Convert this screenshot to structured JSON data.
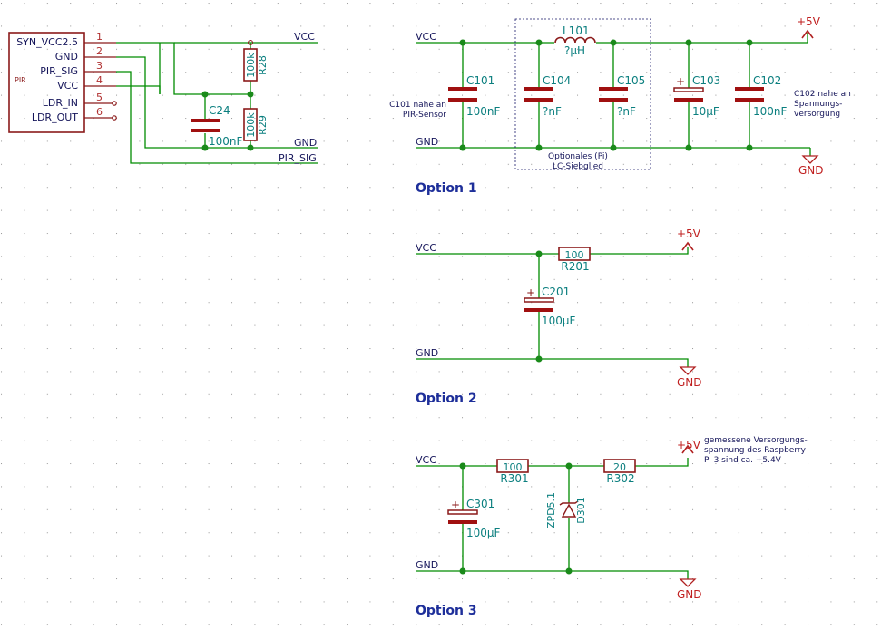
{
  "connector": {
    "name": "PIR",
    "pins": [
      {
        "num": "1",
        "label": "SYN_VCC2.5"
      },
      {
        "num": "2",
        "label": "GND"
      },
      {
        "num": "3",
        "label": "PIR_SIG"
      },
      {
        "num": "4",
        "label": "VCC"
      },
      {
        "num": "5",
        "label": "LDR_IN"
      },
      {
        "num": "6",
        "label": "LDR_OUT"
      }
    ]
  },
  "top_left": {
    "vcc": "VCC",
    "gnd": "GND",
    "pir_sig": "PIR_SIG",
    "r28_ref": "R28",
    "r28_val": "100k",
    "r29_ref": "R29",
    "r29_val": "100k",
    "c24_ref": "C24",
    "c24_val": "100nF"
  },
  "option1": {
    "title": "Option 1",
    "vcc": "VCC",
    "gnd": "GND",
    "pwr": "+5V",
    "gnd_sym": "GND",
    "c101_ref": "C101",
    "c101_val": "100nF",
    "c104_ref": "C104",
    "c104_val": "?nF",
    "l101_ref": "L101",
    "l101_val": "?µH",
    "c105_ref": "C105",
    "c105_val": "?nF",
    "c103_ref": "C103",
    "c103_val": "10µF",
    "c102_ref": "C102",
    "c102_val": "100nF",
    "note_c101": [
      "C101 nahe an",
      "PIR-Sensor"
    ],
    "note_c102": [
      "C102 nahe an",
      "Spannungs-",
      "versorgung"
    ],
    "note_filter": [
      "Optionales (Pi)",
      "LC-Siebglied"
    ]
  },
  "option2": {
    "title": "Option 2",
    "vcc": "VCC",
    "gnd": "GND",
    "pwr": "+5V",
    "gnd_sym": "GND",
    "r201_ref": "R201",
    "r201_val": "100",
    "c201_ref": "C201",
    "c201_val": "100µF"
  },
  "option3": {
    "title": "Option 3",
    "vcc": "VCC",
    "gnd": "GND",
    "pwr": "+5V",
    "gnd_sym": "GND",
    "r301_ref": "R301",
    "r301_val": "100",
    "r302_ref": "R302",
    "r302_val": "20",
    "c301_ref": "C301",
    "c301_val": "100µF",
    "d301_ref": "D301",
    "d301_val": "ZPD5.1",
    "note": [
      "gemessene Versorgungs-",
      "spannung des Raspberry",
      "Pi 3 sind ca. +5.4V"
    ]
  }
}
